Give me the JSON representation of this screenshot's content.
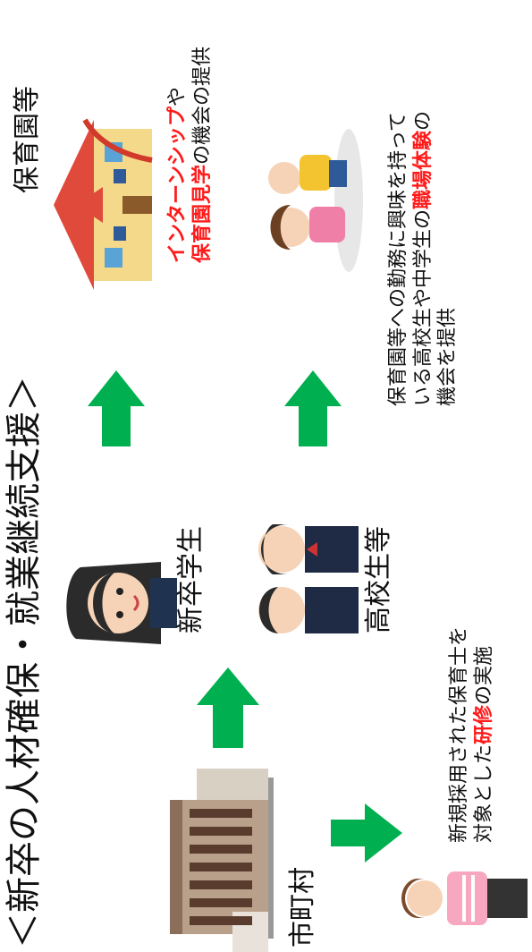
{
  "title": "＜新卒の人材確保・就業継続支援＞",
  "nodes": {
    "city": "市町村",
    "graduate": "新卒学生",
    "highschool": "高校生等",
    "nursery": "保育園等"
  },
  "captions": {
    "training_1": "新規採用された保育士を",
    "training_2_pre": "対象とした",
    "training_2_red": "研修",
    "training_2_post": "の実施",
    "intern_1_red": "インターンシップ",
    "intern_1_post": "や",
    "intern_2_red": "保育園見学",
    "intern_2_post": "の機会の提供",
    "experience_1": "保育園等への勤務に興味を持って",
    "experience_2_pre": "いる高校生や中学生の",
    "experience_2_red": "職場体験",
    "experience_2_post": "の",
    "experience_3": "機会を提供"
  },
  "colors": {
    "arrow": "#00b050",
    "emphasis": "#ff1a1a"
  }
}
